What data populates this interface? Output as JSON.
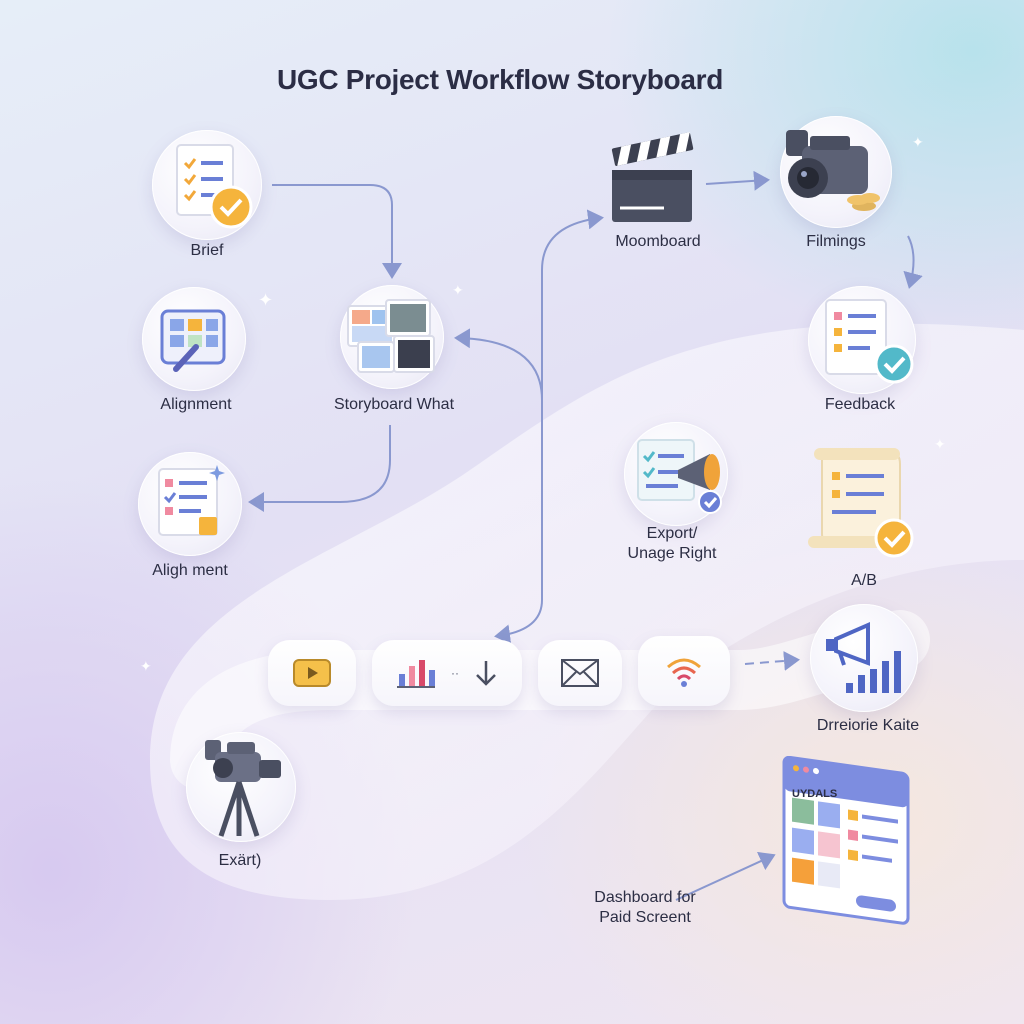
{
  "title": "UGC Project Workflow Storyboard",
  "nodes": {
    "brief": "Brief",
    "alignment": "Alignment",
    "storyboard": "Storyboard What",
    "alighment": "Aligh ment",
    "moodboard": "Moomboard",
    "filming": "Filmings",
    "feedback": "Feedback",
    "export_line1": "Export/",
    "export_line2": "Unage Right",
    "ab": "A/B",
    "distribute": "Drreiorie Kaite",
    "camera": "Exärt)",
    "dashboard_line1": "Dashboard for",
    "dashboard_line2": "Paid Screent",
    "dashboard_header": "UYDALS"
  },
  "colors": {
    "connector": "#8a98cf",
    "accent_orange": "#f5b43c",
    "accent_blue": "#6a7fd6",
    "accent_teal": "#52b9c9",
    "text": "#2c2e44"
  }
}
